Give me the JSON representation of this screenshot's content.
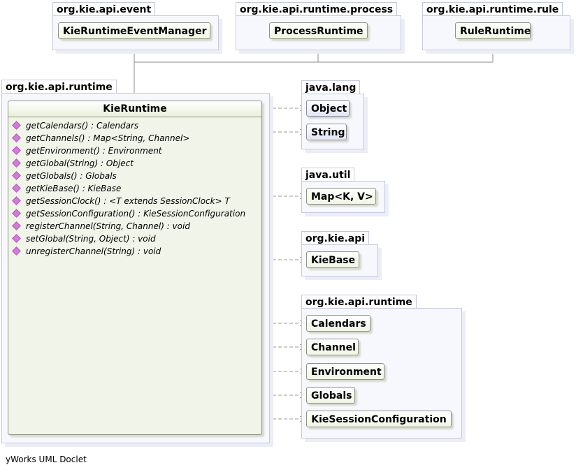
{
  "packages": {
    "event": {
      "name": "org.kie.api.event",
      "classes": [
        "KieRuntimeEventManager"
      ]
    },
    "process": {
      "name": "org.kie.api.runtime.process",
      "classes": [
        "ProcessRuntime"
      ]
    },
    "rule": {
      "name": "org.kie.api.runtime.rule",
      "classes": [
        "RuleRuntime"
      ]
    },
    "runtime_main": {
      "name": "org.kie.api.runtime"
    },
    "lang": {
      "name": "java.lang",
      "classes": [
        "Object",
        "String"
      ]
    },
    "util": {
      "name": "java.util",
      "classes": [
        "Map<K, V>"
      ]
    },
    "api": {
      "name": "org.kie.api",
      "classes": [
        "KieBase"
      ]
    },
    "runtime_deps": {
      "name": "org.kie.api.runtime",
      "classes": [
        "Calendars",
        "Channel",
        "Environment",
        "Globals",
        "KieSessionConfiguration"
      ]
    }
  },
  "main_class": {
    "name": "KieRuntime",
    "methods": [
      "getCalendars() : Calendars",
      "getChannels() : Map<String, Channel>",
      "getEnvironment() : Environment",
      "getGlobal(String) : Object",
      "getGlobals() : Globals",
      "getKieBase() : KieBase",
      "getSessionClock() : <T extends SessionClock> T",
      "getSessionConfiguration() : KieSessionConfiguration",
      "registerChannel(String, Channel) : void",
      "setGlobal(String, Object) : void",
      "unregisterChannel(String) : void"
    ]
  },
  "footer": "yWorks UML Doclet",
  "colors": {
    "package_bg": "#f7f8fd",
    "package_border": "#c5c8df",
    "class_bg": "#f1f4e9",
    "method_icon": "#d37bd9"
  }
}
